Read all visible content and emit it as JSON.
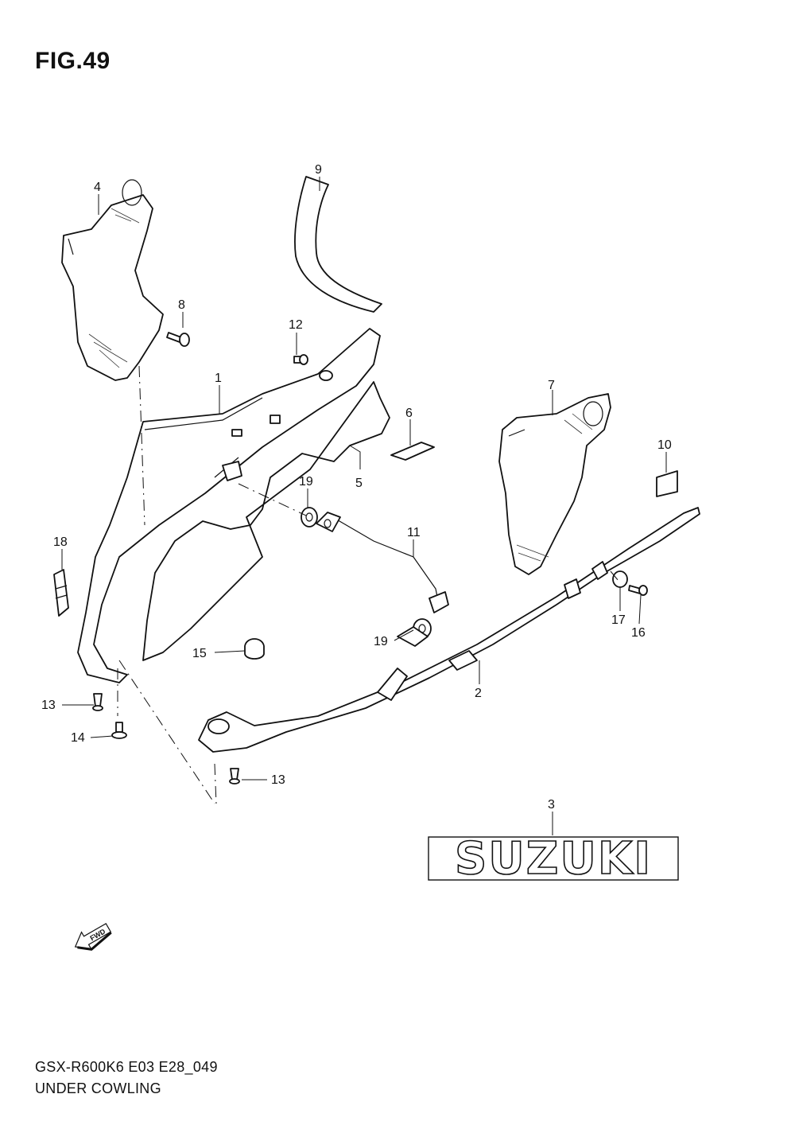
{
  "header": {
    "title": "FIG.49"
  },
  "footer": {
    "model_code": "GSX-R600K6 E03 E28_049",
    "section_name": "UNDER COWLING"
  },
  "logo": {
    "text": "SUZUKI"
  },
  "fwd_arrow": {
    "text": "FWD"
  },
  "callouts": [
    "9",
    "4",
    "8",
    "12",
    "1",
    "7",
    "6",
    "10",
    "5",
    "19",
    "18",
    "11",
    "17",
    "16",
    "19",
    "15",
    "2",
    "13",
    "14",
    "13",
    "3"
  ]
}
